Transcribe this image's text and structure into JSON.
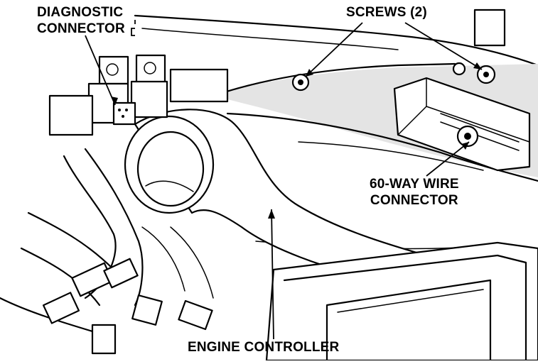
{
  "labels": {
    "diagnostic_connector": [
      "DIAGNOSTIC",
      "CONNECTOR"
    ],
    "screws": "SCREWS (2)",
    "wire_connector": [
      "60-WAY WIRE",
      "CONNECTOR"
    ],
    "engine_controller": "ENGINE CONTROLLER"
  }
}
